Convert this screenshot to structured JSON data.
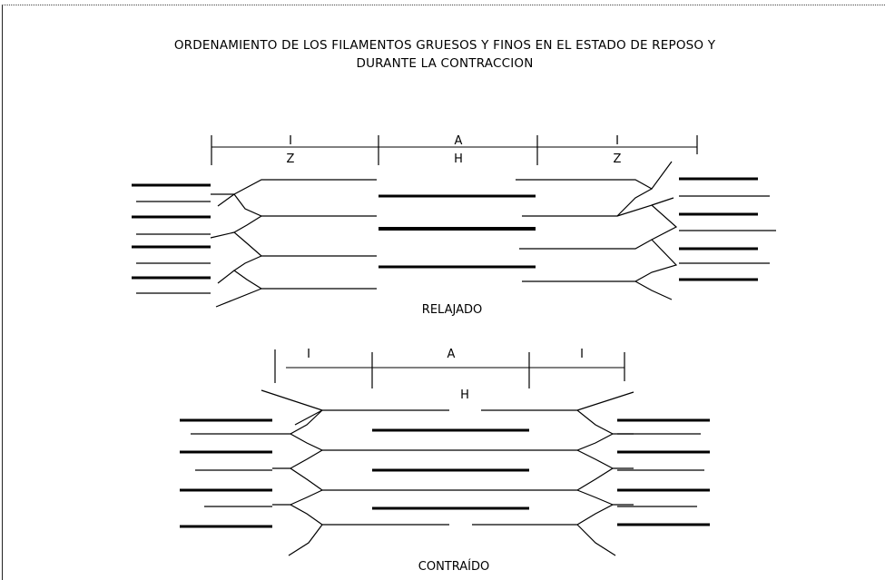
{
  "title": {
    "line1": "ORDENAMIENTO DE LOS FILAMENTOS GRUESOS Y FINOS EN EL ESTADO DE REPOSO Y",
    "line2": "DURANTE LA CONTRACCION"
  },
  "relaxed": {
    "caption": "RELAJADO",
    "bands_top": [
      "I",
      "A",
      "I"
    ],
    "bands_bottom": [
      "Z",
      "H",
      "Z"
    ]
  },
  "contracted": {
    "caption": "CONTRAÍDO",
    "bands_top": [
      "I",
      "A",
      "I"
    ],
    "band_h": "H"
  },
  "colors": {
    "line": "#000000",
    "background": "#ffffff"
  }
}
